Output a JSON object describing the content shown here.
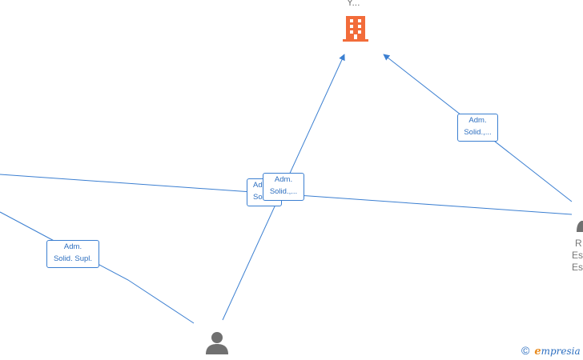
{
  "nodes": {
    "company": {
      "label": "Y...",
      "icon": "building-icon",
      "color": "#f26c3a"
    },
    "person_bottom": {
      "icon": "person-icon",
      "color": "#707070"
    },
    "person_right": {
      "lines": [
        "R",
        "Es",
        "Es"
      ],
      "icon": "person-icon",
      "color": "#707070"
    }
  },
  "edges": {
    "left_to_person": [
      "Adm.",
      "Solid. Supl."
    ],
    "person_to_company": [
      "Adm.",
      "Solid.,..."
    ],
    "left_to_right": [
      "Adm.",
      "Sol"
    ],
    "right_to_company": [
      "Adm.",
      "Solid.,..."
    ]
  },
  "colors": {
    "edge": "#3b7fd1",
    "brand_accent": "#e98b1e",
    "brand_text": "#2d6fc0"
  },
  "brand": {
    "copyright": "©",
    "initial": "e",
    "rest": "mpresia"
  }
}
